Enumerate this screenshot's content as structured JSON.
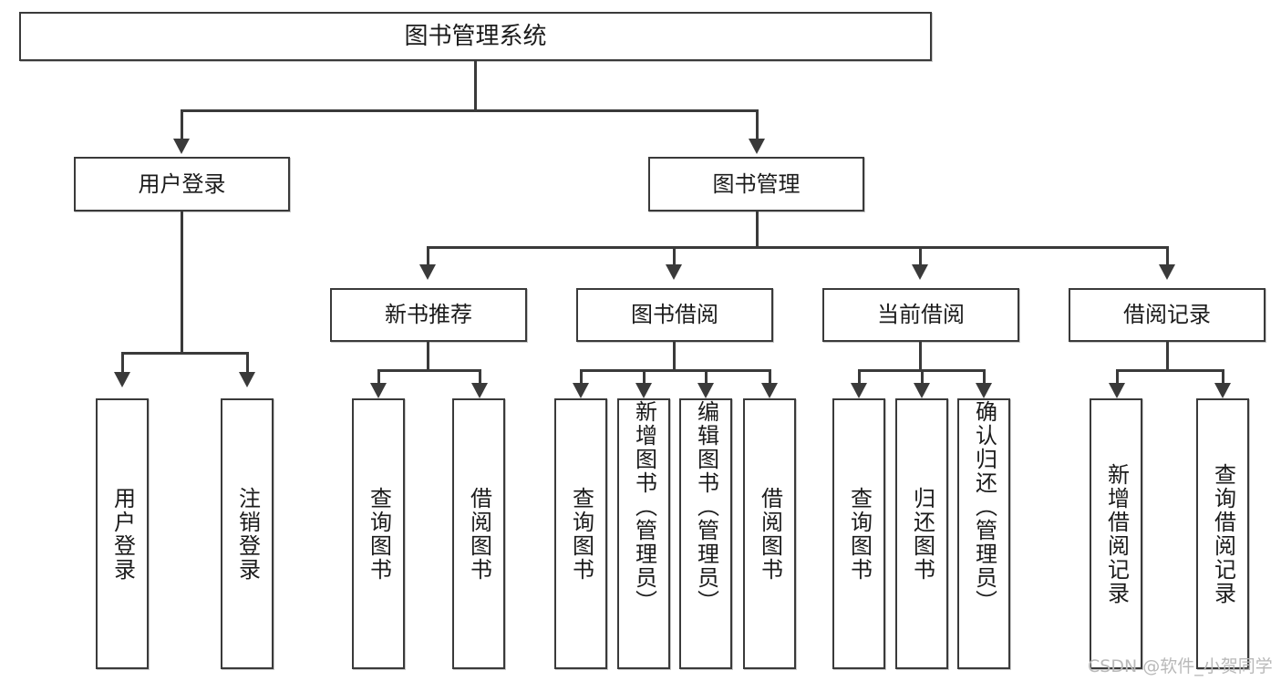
{
  "diagram": {
    "title": "图书管理系统",
    "root": {
      "label": "图书管理系统"
    },
    "level2": [
      {
        "label": "用户登录"
      },
      {
        "label": "图书管理"
      }
    ],
    "level3": [
      {
        "label": "新书推荐"
      },
      {
        "label": "图书借阅"
      },
      {
        "label": "当前借阅"
      },
      {
        "label": "借阅记录"
      }
    ],
    "leaves": {
      "user_login": [
        {
          "label": "用户登录"
        },
        {
          "label": "注销登录"
        }
      ],
      "new_book_recommend": [
        {
          "label": "查询图书"
        },
        {
          "label": "借阅图书"
        }
      ],
      "book_borrow": [
        {
          "label": "查询图书"
        },
        {
          "label": "新增图书（管理员）"
        },
        {
          "label": "编辑图书（管理员）"
        },
        {
          "label": "借阅图书"
        }
      ],
      "current_borrow": [
        {
          "label": "查询图书"
        },
        {
          "label": "归还图书"
        },
        {
          "label": "确认归还（管理员）"
        }
      ],
      "borrow_record": [
        {
          "label": "新增借阅记录"
        },
        {
          "label": "查询借阅记录"
        }
      ]
    }
  },
  "watermark": {
    "text": "CSDN @软件_小贺同学"
  },
  "colors": {
    "stroke": "#3a3a3a",
    "box_fill": "#ffffff",
    "text": "#1b1b1b",
    "watermark": "#b9b9b9",
    "page_background": "#ffffff"
  }
}
